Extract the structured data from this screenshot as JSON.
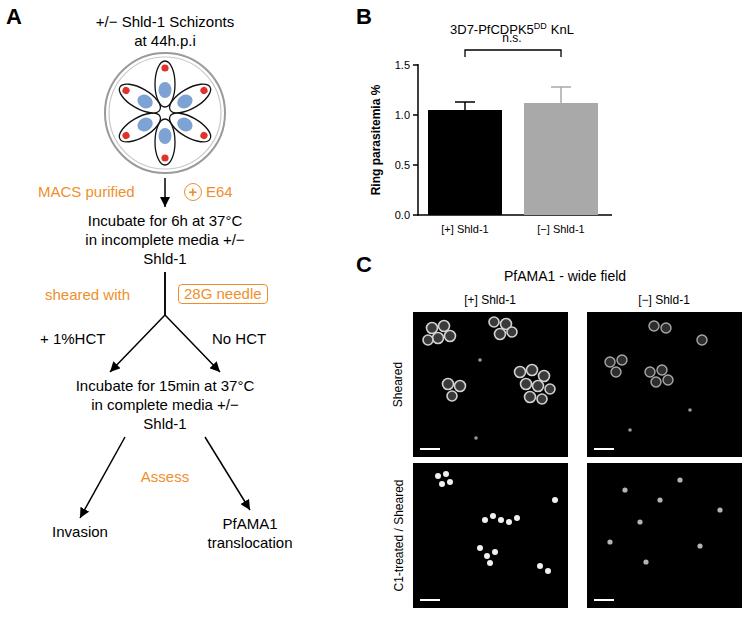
{
  "diagram": {
    "nodes": [
      {
        "text": [
          "+/− Shld-1 Schizonts at 44h.p.i"
        ]
      },
      {
        "text": [
          "Incubate for 6h at 37°C in incomplete media +/− Shld-1"
        ]
      },
      {
        "text": [
          "Incubate for 15min at 37°C in complete media +/− Shld-1"
        ]
      },
      {
        "text": [
          "Invasion"
        ]
      },
      {
        "text": [
          "PfAMA1 translocation"
        ]
      }
    ],
    "edges": [
      {
        "from": 0,
        "to": 1,
        "arrow": "to"
      },
      {
        "from": 1,
        "to": 2,
        "arrow": "to",
        "label": "+ 1%HCT"
      },
      {
        "from": 1,
        "to": 2,
        "arrow": "to",
        "label": "No HCT"
      },
      {
        "from": 2,
        "to": 3,
        "arrow": "to"
      },
      {
        "from": 2,
        "to": 4,
        "arrow": "to"
      }
    ],
    "labels": [
      "A",
      "MACS purified",
      "+",
      "E64",
      "sheared with",
      "28G needle",
      "Assess",
      "B",
      "3D7-PfCDPK5",
      "DD",
      "KnL",
      "n.s.",
      "Ring parasitemia %",
      "0.0",
      "0.5",
      "1.0",
      "1.5",
      "[+] Shld-1",
      "[−] Shld-1",
      "C",
      "PfAMA1 - wide field",
      "[+] Shld-1",
      "[−] Shld-1",
      "Sheared",
      "C1-treated / Sheared"
    ]
  }
}
